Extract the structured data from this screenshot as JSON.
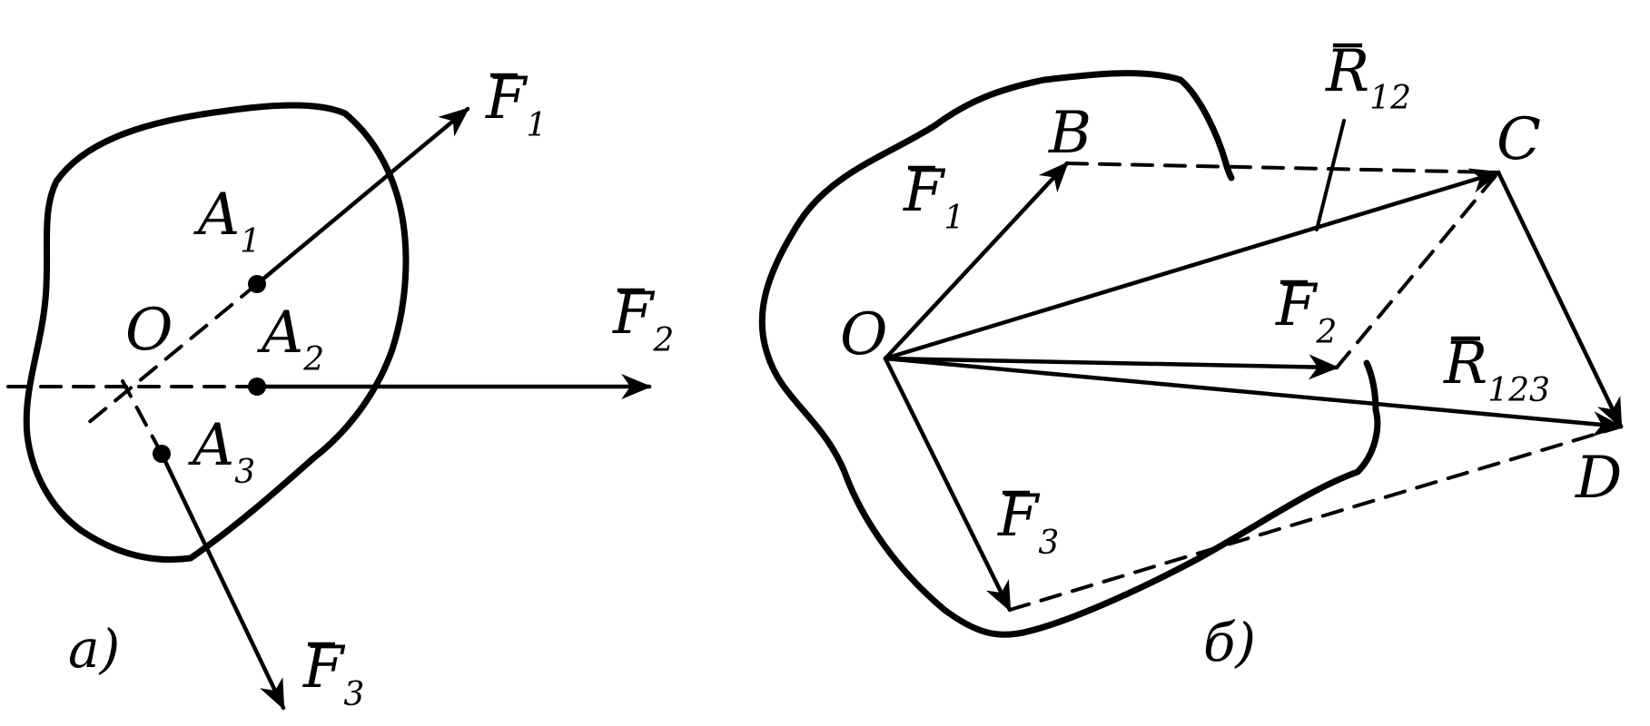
{
  "panel_a": {
    "caption": "а)",
    "origin": "O",
    "points": [
      {
        "main": "A",
        "sub": "1"
      },
      {
        "main": "A",
        "sub": "2"
      },
      {
        "main": "A",
        "sub": "3"
      }
    ],
    "forces": [
      {
        "main": "F",
        "sub": "1"
      },
      {
        "main": "F",
        "sub": "2"
      },
      {
        "main": "F",
        "sub": "3"
      }
    ]
  },
  "panel_b": {
    "caption": "б)",
    "origin": "O",
    "points": {
      "b": "B",
      "c": "C",
      "d": "D"
    },
    "forces": [
      {
        "main": "F",
        "sub": "1"
      },
      {
        "main": "F",
        "sub": "2"
      },
      {
        "main": "F",
        "sub": "3"
      }
    ],
    "resultants": [
      {
        "main": "R",
        "sub": "12"
      },
      {
        "main": "R",
        "sub": "123"
      }
    ]
  }
}
